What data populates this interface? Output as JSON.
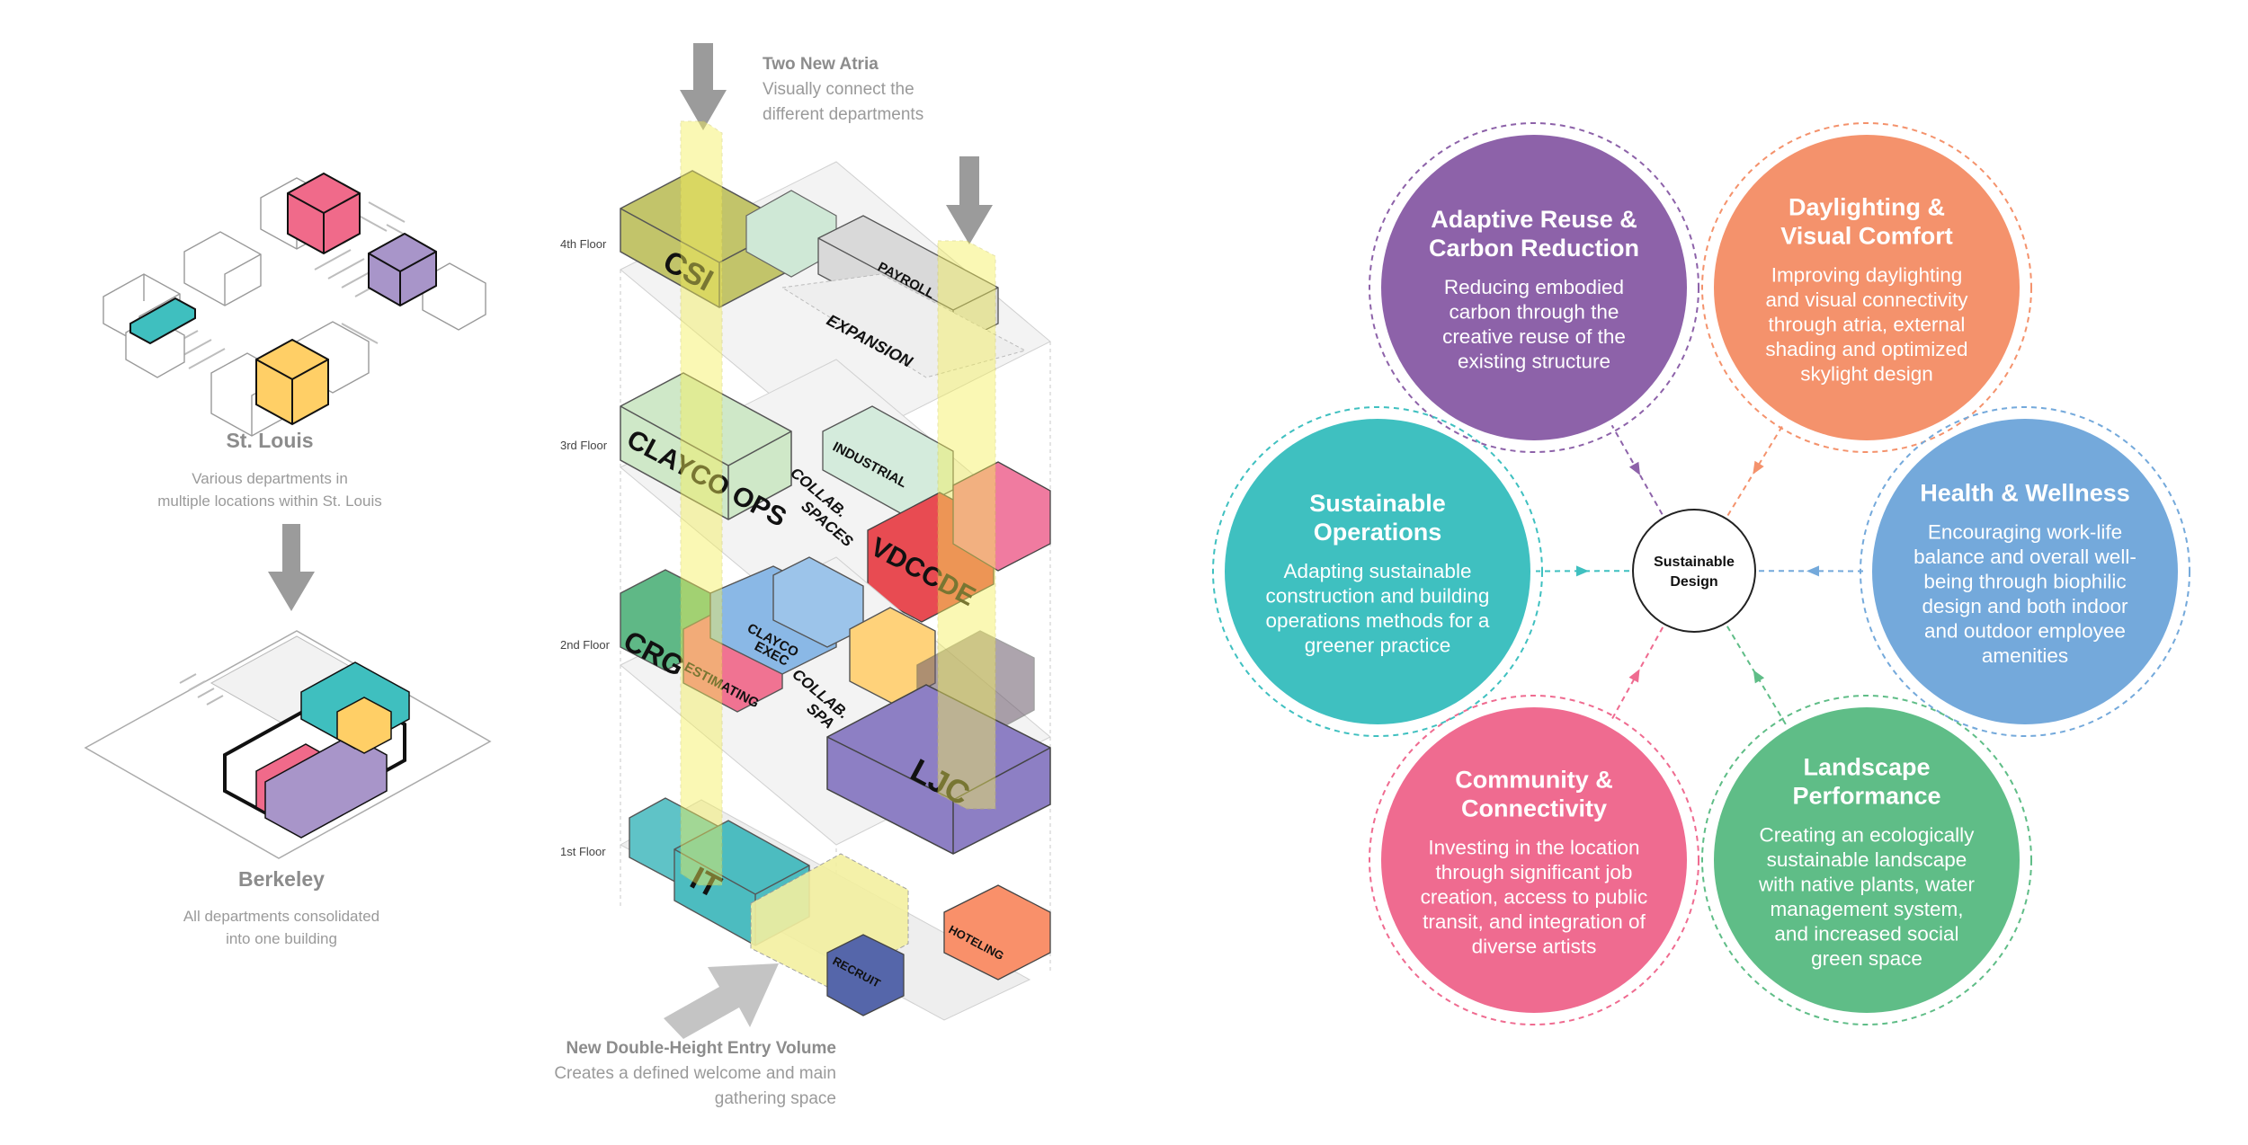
{
  "left_panel": {
    "stlouis": {
      "title": "St. Louis",
      "lines": [
        "Various departments in",
        "multiple locations within St. Louis"
      ]
    },
    "berkeley": {
      "title": "Berkeley",
      "lines": [
        "All departments consolidated",
        "into one building"
      ]
    }
  },
  "stack": {
    "atria_note": {
      "title": "Two New Atria",
      "lines": [
        "Visually connect the",
        "different departments"
      ]
    },
    "entry_note": {
      "title": "New Double-Height Entry Volume",
      "lines": [
        "Creates a defined welcome and main",
        "gathering space"
      ]
    },
    "floors": [
      "4th Floor",
      "3rd Floor",
      "2nd Floor",
      "1st Floor"
    ],
    "departments": {
      "csi": "CSI",
      "payroll": "PAYROLL",
      "expansion": "EXPANSION",
      "clayco_ops": "CLAYCO OPS",
      "industrial": "INDUSTRIAL",
      "collab": "COLLAB.",
      "spaces": "SPACES",
      "spa": "SPA",
      "vdc": "VDC",
      "cde": "CDE",
      "crg": "CRG",
      "estimating": "ESTIMATING",
      "clayco": "CLAYCO",
      "exec": "EXEC",
      "ljc": "LJC",
      "it": "IT",
      "recruit": "RECRUIT",
      "hoteling": "HOTELING"
    }
  },
  "sustainability": {
    "hub": {
      "lines": [
        "Sustainable",
        "Design"
      ]
    },
    "circles": [
      {
        "key": "adaptive",
        "title": [
          "Adaptive Reuse &",
          "Carbon Reduction"
        ],
        "lines": [
          "Reducing embodied",
          "carbon through the",
          "creative reuse of the",
          "existing structure"
        ],
        "color": "#8d62a9"
      },
      {
        "key": "daylight",
        "title": [
          "Daylighting &",
          "Visual Comfort"
        ],
        "lines": [
          "Improving daylighting",
          "and visual connectivity",
          "through atria, external",
          "shading and optimized",
          "skylight design"
        ],
        "color": "#f4926c"
      },
      {
        "key": "health",
        "title": [
          "Health & Wellness"
        ],
        "lines": [
          "Encouraging work-life",
          "balance and overall well-",
          "being through biophilic",
          "design and both indoor",
          "and outdoor employee",
          "amenities"
        ],
        "color": "#74a9db"
      },
      {
        "key": "landscape",
        "title": [
          "Landscape",
          "Performance"
        ],
        "lines": [
          "Creating an ecologically",
          "sustainable landscape",
          "with native plants, water",
          "management system,",
          "and increased social",
          "green space"
        ],
        "color": "#5fbd87"
      },
      {
        "key": "community",
        "title": [
          "Community &",
          "Connectivity"
        ],
        "lines": [
          "Investing in the location",
          "through significant job",
          "creation, access to public",
          "transit, and integration of",
          "diverse artists"
        ],
        "color": "#ef6b90"
      },
      {
        "key": "operations",
        "title": [
          "Sustainable",
          "Operations"
        ],
        "lines": [
          "Adapting sustainable",
          "construction and building",
          "operations methods for a",
          "greener practice"
        ],
        "color": "#3fc0c0"
      }
    ]
  }
}
